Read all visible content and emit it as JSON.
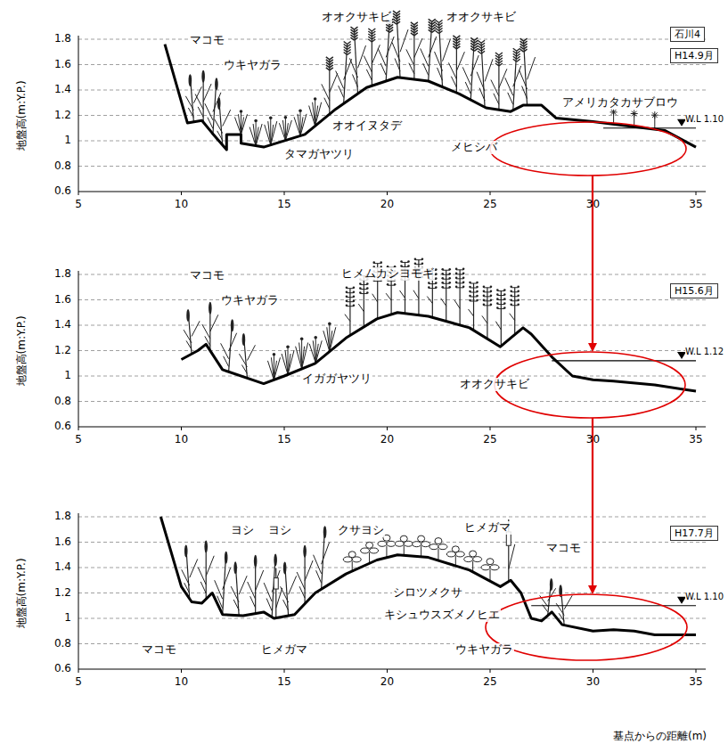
{
  "diagram": {
    "nodes": [
      {
        "text": [
          "石川4"
        ]
      },
      {
        "text": [
          "H14.9月"
        ]
      },
      {
        "text": [
          "H15.6月"
        ]
      },
      {
        "text": [
          "H17.7月"
        ]
      }
    ],
    "labels": [
      "地盤高(m:Y.P.)",
      "地盤高(m:Y.P.)",
      "地盤高(m:Y.P.)",
      "基点からの距離(m)",
      "1.8",
      "1.6",
      "1.4",
      "1.2",
      "1",
      "0.8",
      "0.6",
      "5",
      "10",
      "15",
      "20",
      "25",
      "30",
      "35",
      "1.8",
      "1.6",
      "1.4",
      "1.2",
      "1",
      "0.8",
      "0.6",
      "5",
      "10",
      "15",
      "20",
      "25",
      "30",
      "35",
      "1.8",
      "1.6",
      "1.4",
      "1.2",
      "1",
      "0.8",
      "0.6",
      "5",
      "10",
      "15",
      "20",
      "25",
      "30",
      "35",
      "マコモ",
      "ウキヤガラ",
      "オオクサキビ",
      "オオクサキビ",
      "オオイヌタデ",
      "メヒシバ",
      "タマガヤツリ",
      "アメリカタカサブロウ",
      "W.L 1.10",
      "マコモ",
      "ウキヤガラ",
      "ヒメムカシヨモギ",
      "イガガヤツリ",
      "オオクサキビ",
      "W.L 1.12",
      "ヨシ",
      "ヨシ",
      "クサヨシ",
      "ヒメガマ",
      "マコモ",
      "シロツメクサ",
      "キシュウスズメノヒエ",
      "マコモ",
      "ヒメガマ",
      "ウキヤガラ",
      "W.L 1.10"
    ]
  }
}
